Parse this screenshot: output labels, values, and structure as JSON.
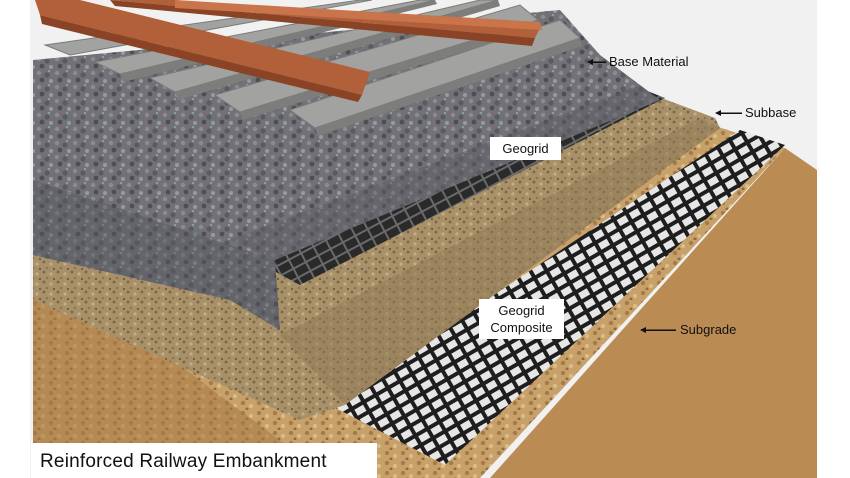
{
  "title": "Reinforced Railway Embankment",
  "labels": {
    "base_material": "Base Material",
    "subbase": "Subbase",
    "geogrid": "Geogrid",
    "geogrid_composite_line1": "Geogrid",
    "geogrid_composite_line2": "Composite",
    "subgrade": "Subgrade"
  },
  "colors": {
    "subgrade": "#b48a5c",
    "subbase": "#a8926a",
    "ballast": "#6f6e74",
    "geogrid": "#1b1b1b",
    "rail": "#a0522d",
    "sleeper": "#9a9a98",
    "background": "#ffffff"
  }
}
